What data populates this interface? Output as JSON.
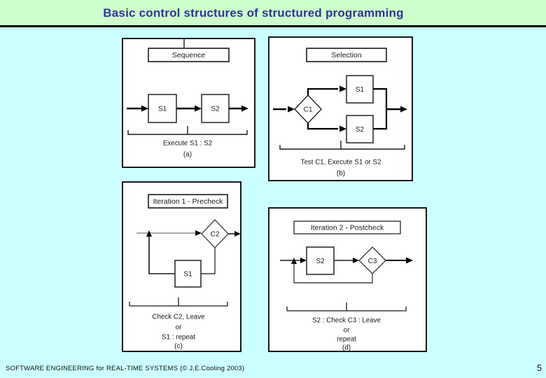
{
  "header": {
    "title": "Basic control structures of structured programming"
  },
  "footer": {
    "left": "SOFTWARE ENGINEERING for REAL-TIME SYSTEMS (© J.E.Cooling 2003)",
    "page_number": "5"
  },
  "colors": {
    "header_bg": "#ccffcc",
    "body_bg": "#ccffff",
    "title_text": "#333399",
    "panel_bg": "#ffffff",
    "panel_border": "#1a1a1a",
    "flow_line": "#000000",
    "gray_line": "#8c8c8c"
  },
  "panels": {
    "sequence": {
      "title": "Sequence",
      "boxes": [
        "S1",
        "S2"
      ],
      "caption": "Execute S1 : S2",
      "label": "(a)"
    },
    "selection": {
      "title": "Selection",
      "condition": "C1",
      "boxes": [
        "S1",
        "S2"
      ],
      "caption": "Test C1, Execute S1 or S2",
      "label": "(b)"
    },
    "iteration_precheck": {
      "title": "Iteration 1 - Precheck",
      "condition": "C2",
      "boxes": [
        "S1"
      ],
      "caption_lines": [
        "Check C2, Leave",
        "or",
        "S1 : repeat"
      ],
      "label": "(c)"
    },
    "iteration_postcheck": {
      "title": "Iteration 2 - Postcheck",
      "condition": "C3",
      "boxes": [
        "S2"
      ],
      "caption_lines": [
        "S2 : Check C3 : Leave",
        "or",
        "repeat"
      ],
      "label": "(d)"
    }
  }
}
